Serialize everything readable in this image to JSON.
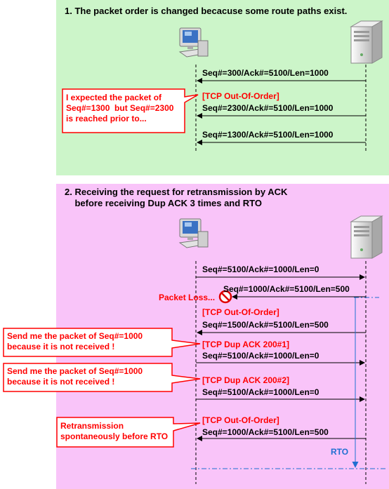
{
  "section1": {
    "heading": "1. The packet order is changed becacuse some route paths exist.",
    "messages": [
      {
        "text": "Seq#=300/Ack#=5100/Len=1000"
      },
      {
        "tag": "[TCP Out-Of-Order]",
        "text": "Seq#=2300/Ack#=5100/Len=1000"
      },
      {
        "text": "Seq#=1300/Ack#=5100/Len=1000"
      }
    ],
    "callout": "I expected the packet of\nSeq#=1300  but Seq#=2300\nis reached prior to..."
  },
  "section2": {
    "heading": "2. Receiving the request for retransmission by ACK\n    before receiving Dup ACK 3 times and RTO",
    "messages": [
      {
        "text": "Seq#=5100/Ack#=1000/Len=0"
      },
      {
        "text": "Seq#=1000/Ack#=5100/Len=500"
      },
      {
        "tag": "[TCP Out-Of-Order]",
        "text": "Seq#=1500/Ack#=5100/Len=500"
      },
      {
        "tag": "[TCP Dup ACK 200#1]",
        "text": "Seq#=5100/Ack#=1000/Len=0"
      },
      {
        "tag": "[TCP Dup ACK 200#2]",
        "text": "Seq#=5100/Ack#=1000/Len=0"
      },
      {
        "tag": "[TCP Out-Of-Order]",
        "text": "Seq#=1000/Ack#=5100/Len=500"
      }
    ],
    "packet_loss": "Packet Loss...",
    "rto": "RTO",
    "callouts": [
      "Send me the packet of Seq#=1000\nbecause it is not received !",
      "Send me the packet of Seq#=1000\nbecause it is not received !",
      "Retransmission\nspontaneously before RTO"
    ]
  },
  "colors": {
    "panel1": "#ccf5c9",
    "panel2": "#f9c4f9",
    "callout_border": "#ff0000",
    "rto": "#1f6fd1"
  },
  "icons": [
    "computer-icon",
    "server-icon",
    "no-entry-icon"
  ]
}
